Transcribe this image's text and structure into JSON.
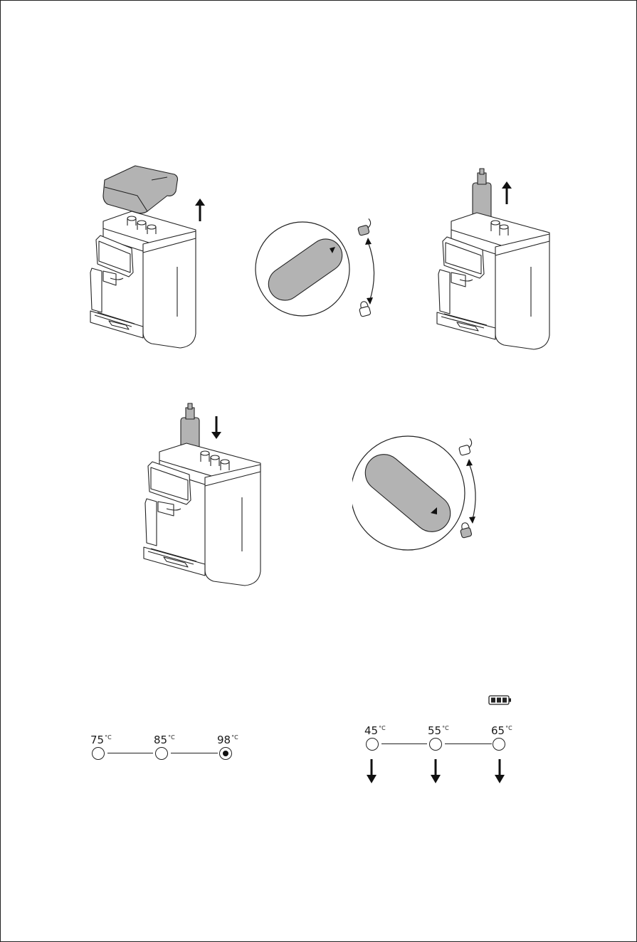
{
  "left_temperature_scale": {
    "unit": "°C",
    "options": [
      {
        "value": "75",
        "selected": false
      },
      {
        "value": "85",
        "selected": false
      },
      {
        "value": "98",
        "selected": true
      }
    ]
  },
  "right_temperature_scale": {
    "unit": "°C",
    "options": [
      {
        "value": "45",
        "selected": false
      },
      {
        "value": "55",
        "selected": false
      },
      {
        "value": "65",
        "selected": false
      }
    ]
  },
  "icons": {
    "battery": "battery-full-icon",
    "lock": "lock-icon",
    "unlock": "unlock-icon",
    "arrow_up": "arrow-up-icon",
    "arrow_down": "arrow-down-icon"
  },
  "colors": {
    "ink": "#222222",
    "fill_gray": "#b3b3b3",
    "background": "#ffffff"
  }
}
